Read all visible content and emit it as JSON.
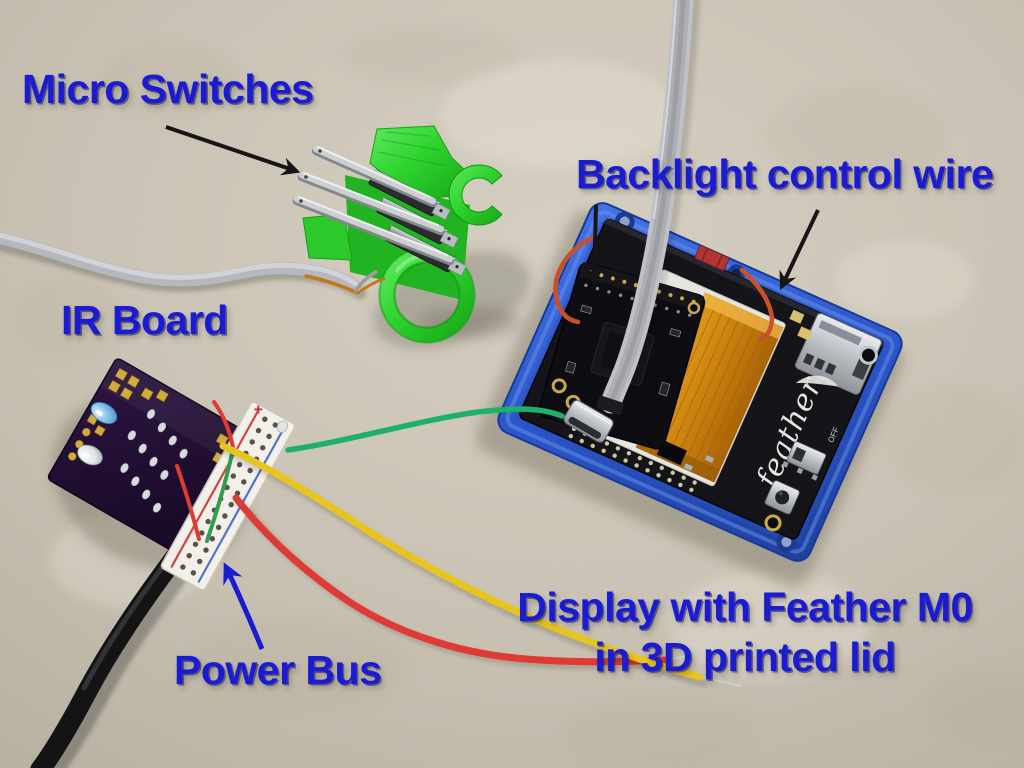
{
  "labels": {
    "micro_switches": "Micro Switches",
    "backlight_control_wire": "Backlight control wire",
    "ir_board": "IR Board",
    "power_bus": "Power Bus",
    "display_line1": "Display with Feather M0",
    "display_line2": "in 3D printed lid"
  },
  "board_text": {
    "feather": "feather",
    "switch_off": "OFF",
    "bus_plus": "+"
  },
  "colors": {
    "annotation_blue": "#1b1bd2",
    "arrow_black": "#161616",
    "countertop": "#d0c9bb",
    "holder_green": "#2fd32f",
    "lid_blue": "#2a55c8",
    "pcb_black": "#141419",
    "ir_board_purple": "#22103a",
    "power_bus_white": "#f2f0e9",
    "wire_red": "#df3a35",
    "wire_yellow": "#e8c41f",
    "wire_green": "#1db06a",
    "backlight_wire_orange": "#c8512b",
    "ribbon_gray": "#c0c1c6",
    "cable_black": "#141414",
    "metal_silver": "#c9ccd0",
    "flex_orange": "#c47a0c"
  }
}
